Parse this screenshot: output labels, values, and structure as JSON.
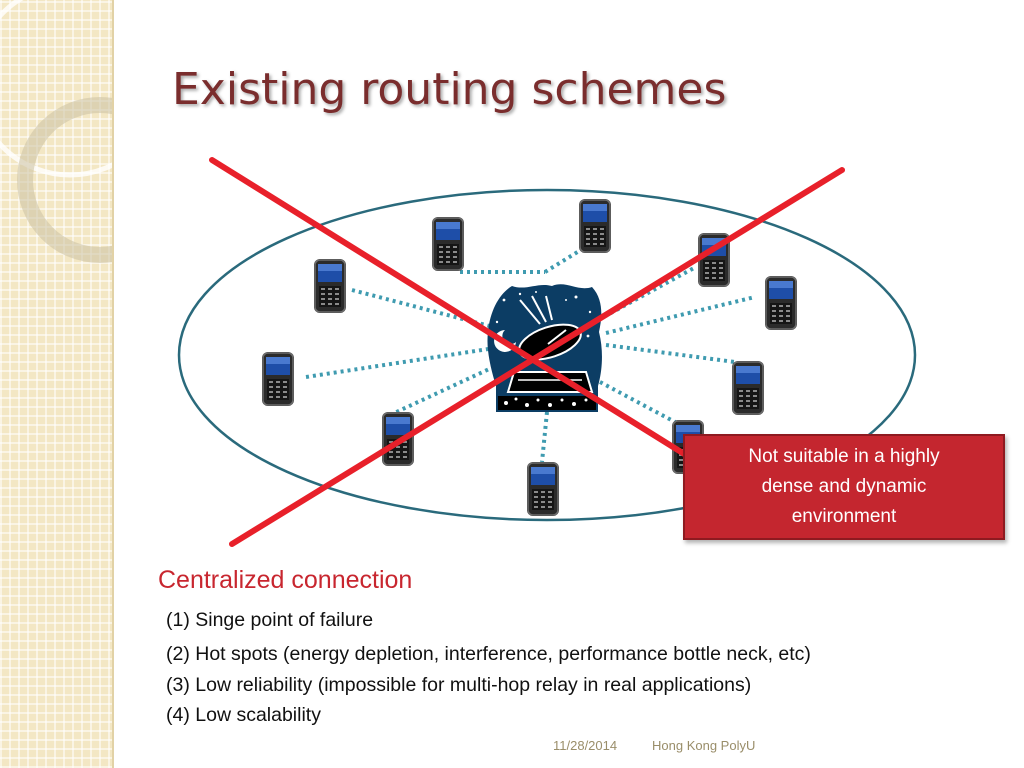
{
  "slide": {
    "title": "Existing routing schemes",
    "callout": "Not suitable in a highly dense and dynamic environment",
    "subheading": "Centralized connection",
    "points": [
      "(1) Singe point of failure",
      "(2) Hot spots (energy depletion, interference, performance bottle neck, etc)",
      "(3) Low reliability (impossible for multi-hop relay in real applications)",
      "(4) Low scalability"
    ],
    "footer": {
      "date": "11/28/2014",
      "organization": "Hong Kong PolyU"
    }
  },
  "diagram": {
    "hub_icon": "satellite-dish-icon",
    "node_icon": "smartphone-icon",
    "node_count": 10,
    "cross_mark": "red-x",
    "colors": {
      "ellipse": "#2a6a7c",
      "links": "#3f9bb0",
      "cross": "#e8202a",
      "callout": "#c4262f",
      "title": "#7a2d2d",
      "subheading": "#c8262f"
    }
  }
}
